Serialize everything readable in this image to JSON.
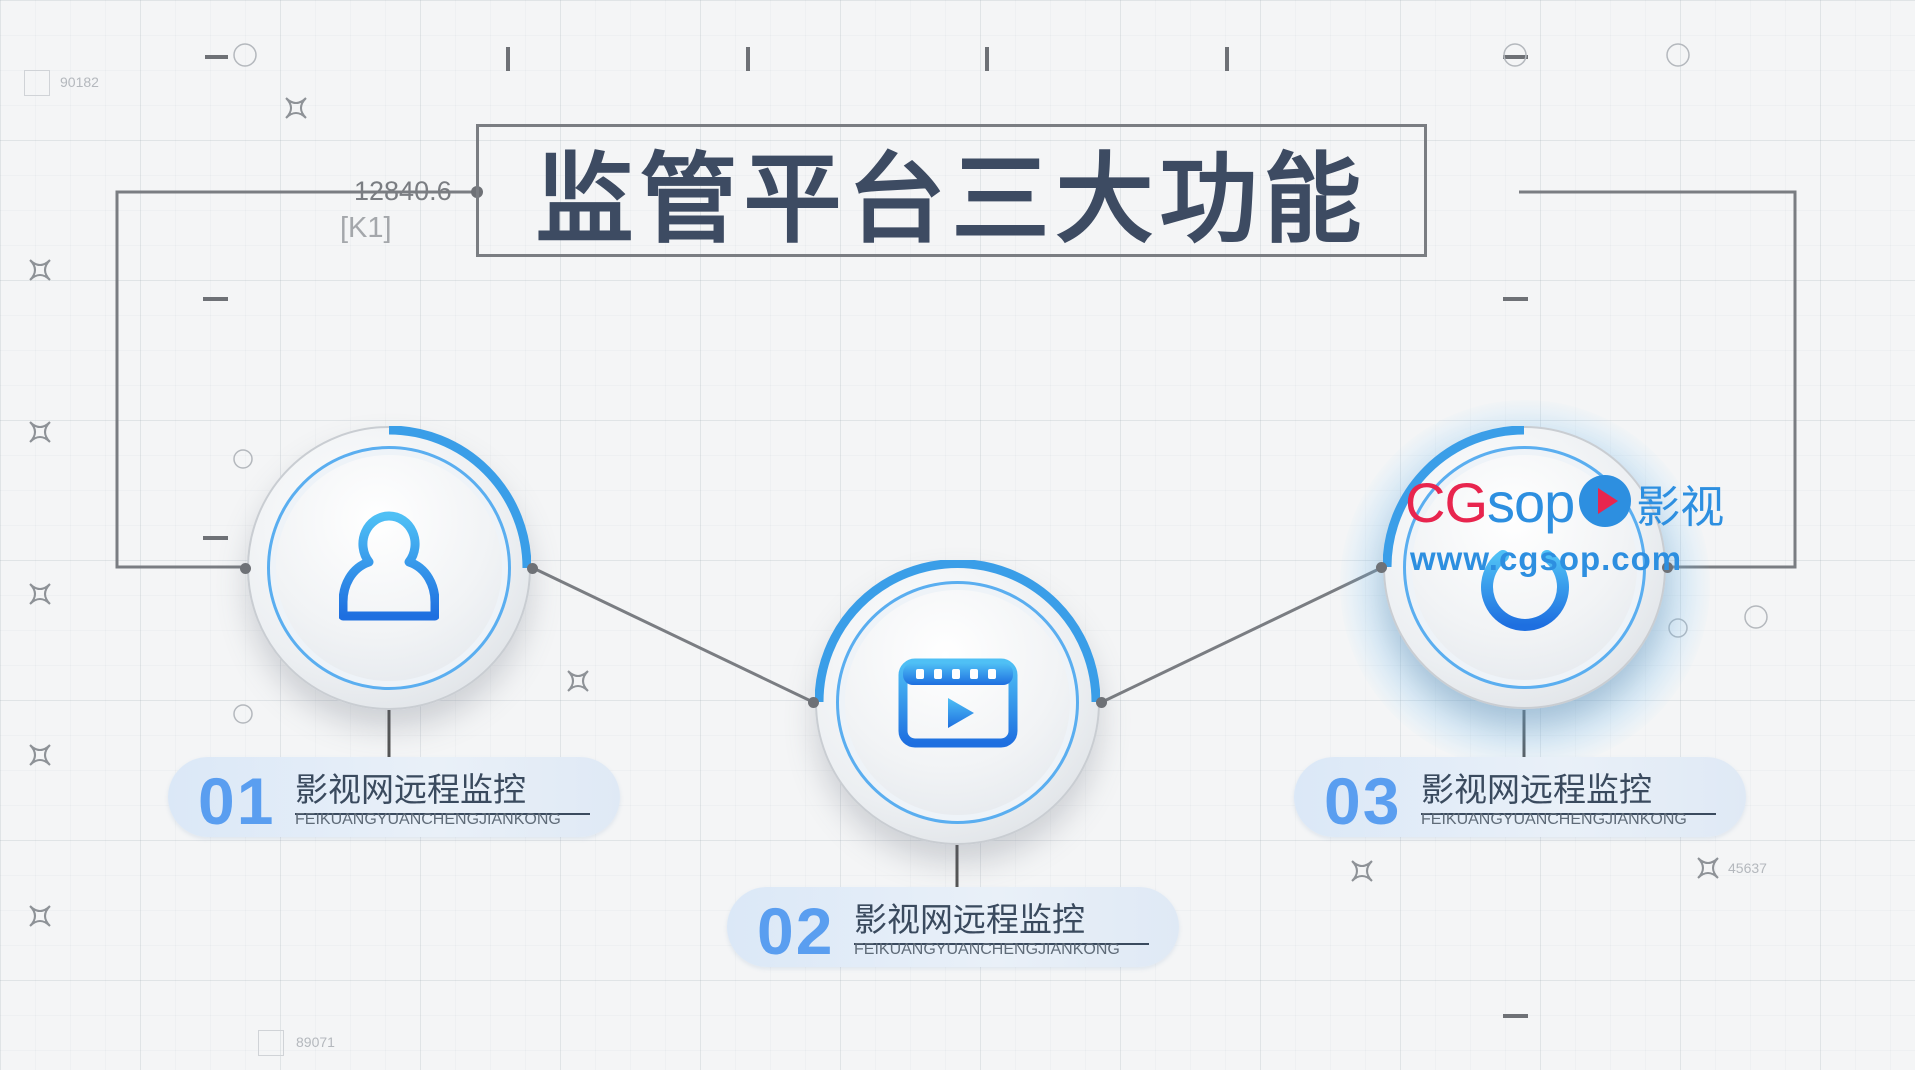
{
  "title": "监管平台三大功能",
  "decor": {
    "num_label": "12840.6",
    "k_label": "[K1]",
    "faint_ids": [
      "90182",
      "89071",
      "45637"
    ]
  },
  "features": [
    {
      "number": "01",
      "title": "影视网远程监控",
      "subtitle": "FEIKUANGYUANCHENGJIANKONG",
      "icon": "user-icon"
    },
    {
      "number": "02",
      "title": "影视网远程监控",
      "subtitle": "FEIKUANGYUANCHENGJIANKONG",
      "icon": "video-play-icon"
    },
    {
      "number": "03",
      "title": "影视网远程监控",
      "subtitle": "FEIKUANGYUANCHENGJIANKONG",
      "icon": "power-icon"
    }
  ],
  "watermark": {
    "brand_red": "CG",
    "brand_blue": "sop",
    "brand_cn": "影视",
    "url": "www.cgsop.com"
  },
  "colors": {
    "accent": "#3a9ee8",
    "title": "#3d4b62",
    "line": "#7a7d82",
    "watermark_red": "#e8254e",
    "watermark_blue": "#2d8fe0"
  }
}
